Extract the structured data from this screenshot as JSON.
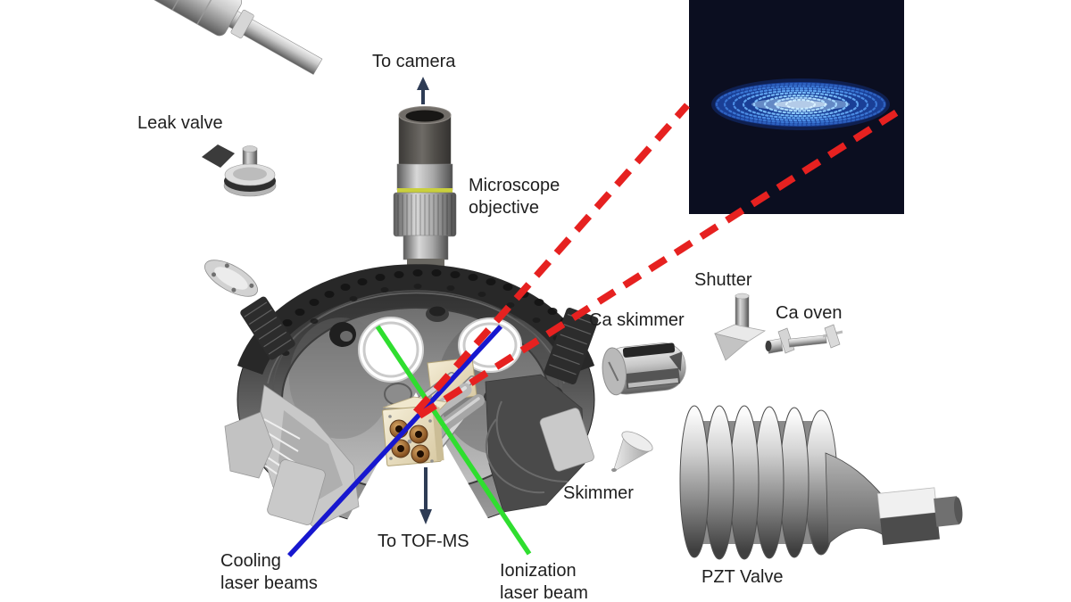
{
  "figure": {
    "labels": {
      "to_camera": "To camera",
      "microscope_objective": {
        "line1": "Microscope",
        "line2": "objective"
      },
      "leak_valve": "Leak valve",
      "ca_skimmer": "Ca skimmer",
      "shutter": "Shutter",
      "ca_oven": "Ca oven",
      "skimmer": "Skimmer",
      "pzt_valve": "PZT Valve",
      "to_tof_ms": "To TOF-MS",
      "cooling_laser": {
        "line1": "Cooling",
        "line2": "laser beams"
      },
      "ionization_laser": {
        "line1": "Ionization",
        "line2": "laser beam"
      }
    },
    "colors": {
      "laser-cooling": "#1717cf",
      "laser-ionization": "#2fde2f",
      "callout-red": "#e62120",
      "arrow-navy": "#2e3c55",
      "inset-bg": "#0b0e20",
      "crystal-blue": "#74b7f7",
      "label-text": "#1f1f1f"
    },
    "inset": {
      "content": "coulomb-crystal-fluorescence-image"
    }
  }
}
